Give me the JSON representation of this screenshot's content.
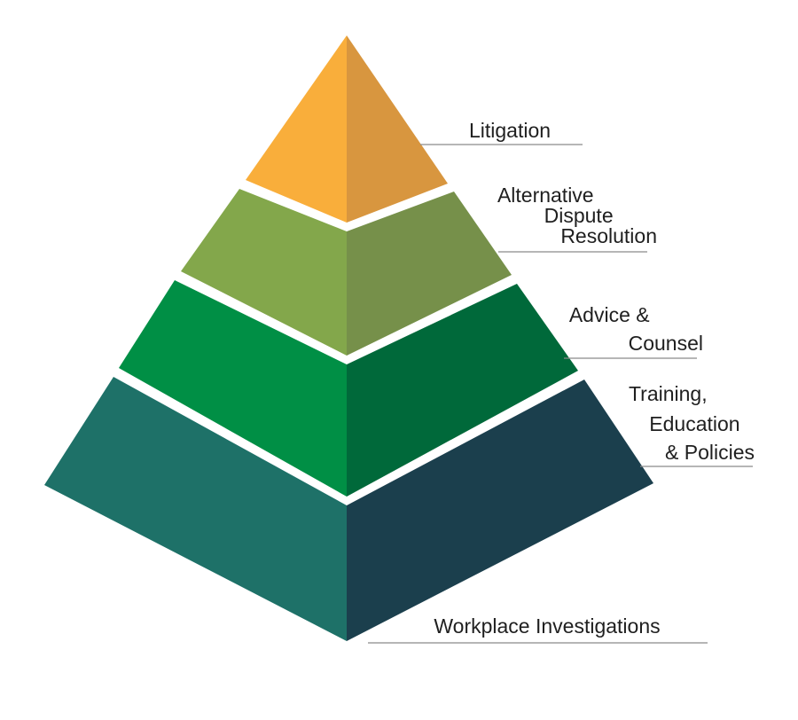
{
  "layers": [
    {
      "id": "litigation",
      "lines": [
        "Litigation"
      ],
      "color_left": "#f9ae3b",
      "color_right": "#d8963f"
    },
    {
      "id": "adr",
      "lines": [
        "Alternative",
        "Dispute",
        "Resolution"
      ],
      "color_left": "#83a74b",
      "color_right": "#76904a"
    },
    {
      "id": "advice",
      "lines": [
        "Advice &",
        "Counsel"
      ],
      "color_left": "#008f45",
      "color_right": "#00693a"
    },
    {
      "id": "training",
      "lines": [
        "Training,",
        "Education",
        "& Policies"
      ],
      "color_left": "#1e7168",
      "color_right": "#1b3f4d"
    },
    {
      "id": "investigations",
      "lines": [
        "Workplace Investigations"
      ],
      "color_left": "#1e7168",
      "color_right": "#1b3f4d"
    }
  ],
  "separator_color": "#ffffff",
  "leader_color": "#8a8a8a"
}
